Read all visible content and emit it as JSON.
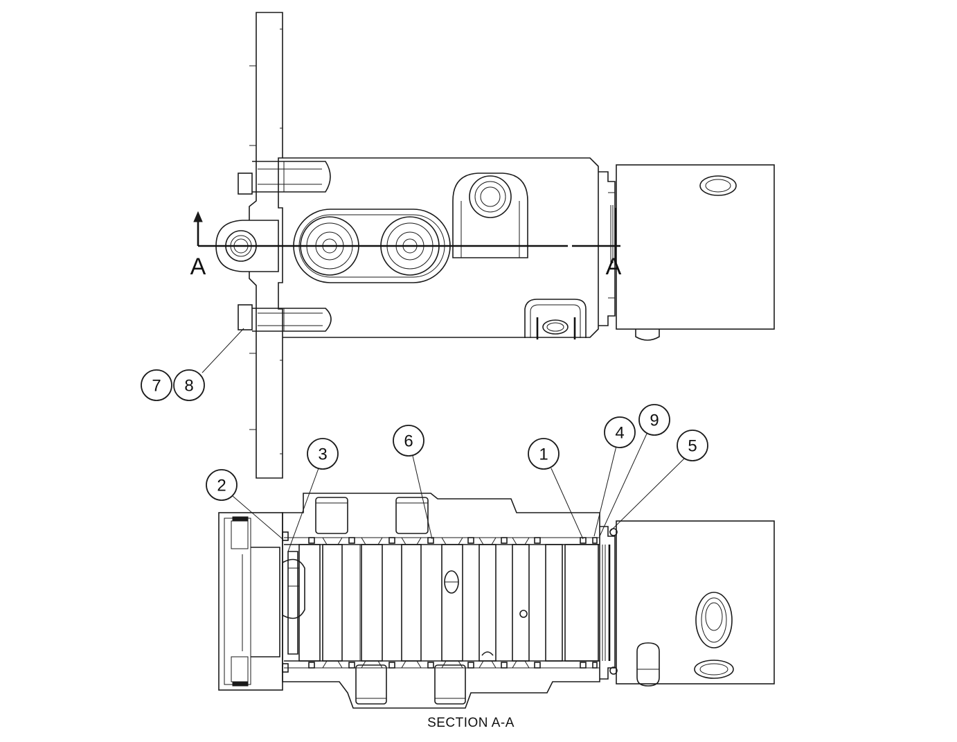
{
  "section_marks": {
    "left": "A",
    "right": "A"
  },
  "caption": "SECTION A-A",
  "callouts": {
    "c1": "1",
    "c2": "2",
    "c3": "3",
    "c4": "4",
    "c5": "5",
    "c6": "6",
    "c7": "7",
    "c8": "8",
    "c9": "9"
  }
}
